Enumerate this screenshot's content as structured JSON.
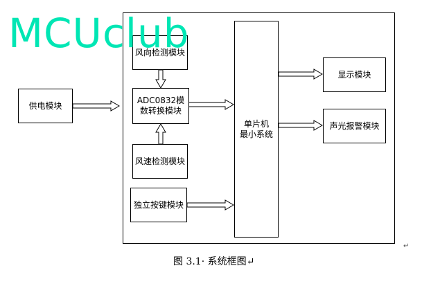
{
  "watermark": "MCUclub",
  "blocks": {
    "power": "供电模块",
    "wind_dir": "风向检测模块",
    "adc": "ADC0832模数转换模块",
    "wind_speed": "风速检测模块",
    "keys": "独立按键模块",
    "mcu_line1": "单片机",
    "mcu_line2": "最小系统",
    "display": "显示模块",
    "alarm": "声光报警模块"
  },
  "caption": "图 3.1· 系统框图↵",
  "paragraph_mark": "↵",
  "colors": {
    "watermark": "#00e6b4",
    "line": "#000000"
  }
}
